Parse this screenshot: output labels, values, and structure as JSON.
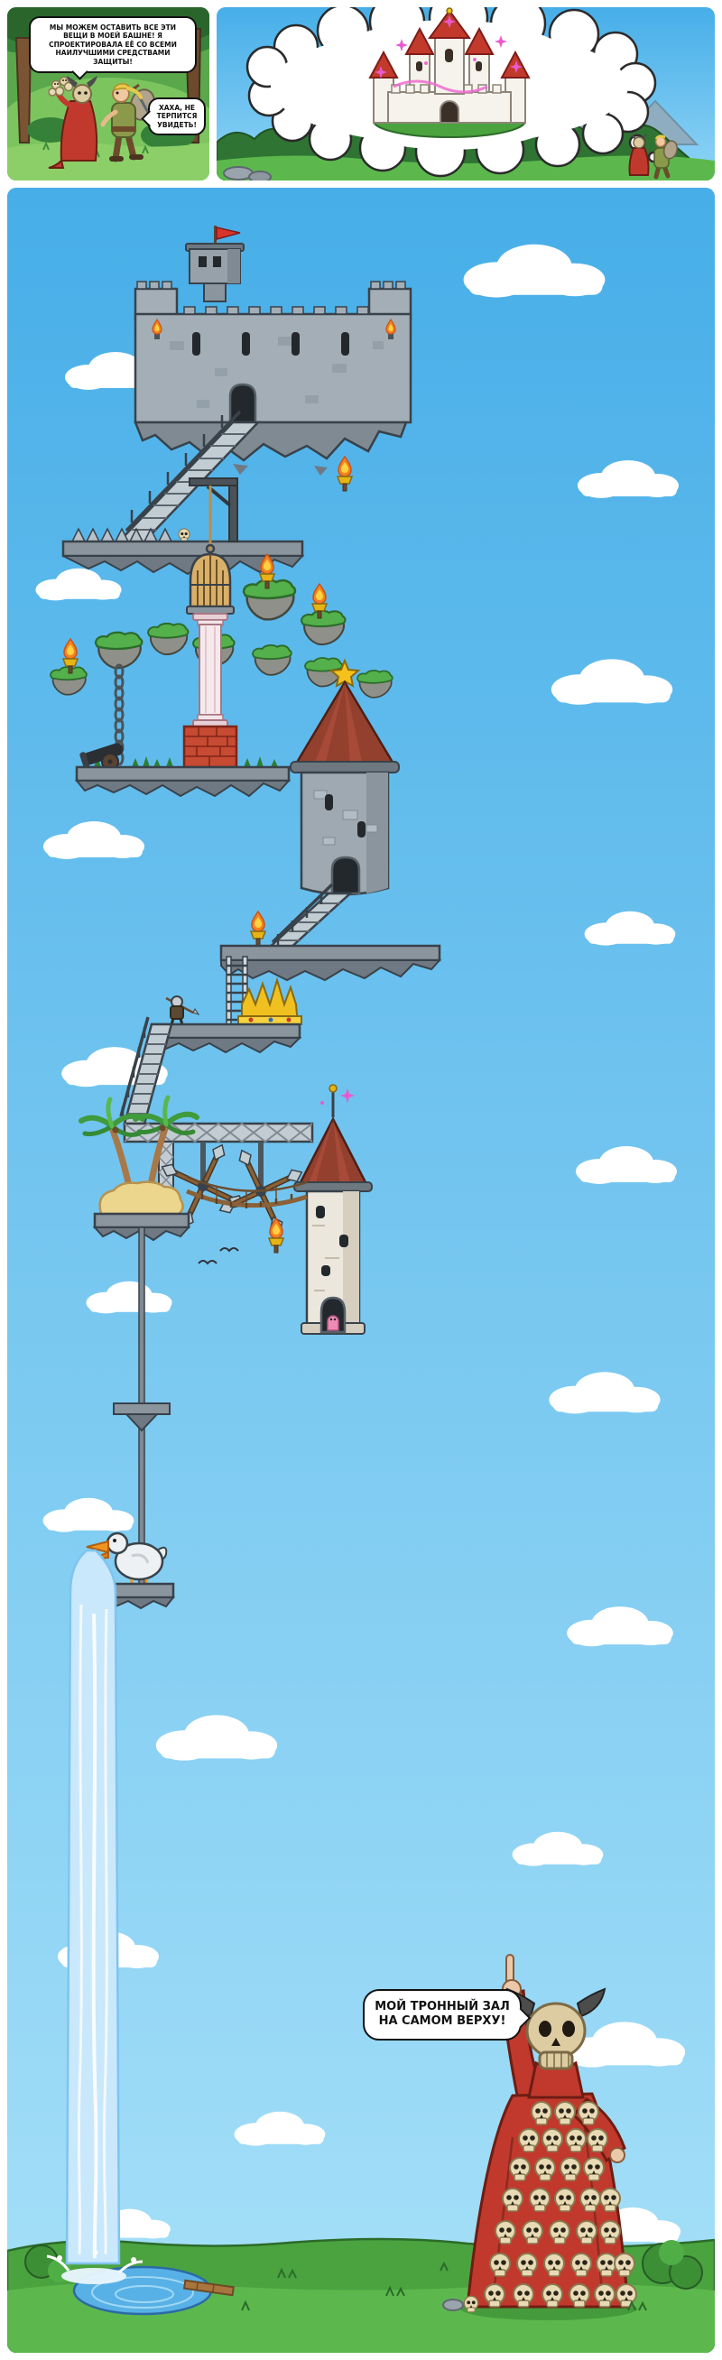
{
  "meta": {
    "type": "webcomic",
    "panel_count": 3
  },
  "comic": {
    "panel1": {
      "bubble_villain": "МЫ МОЖЕМ ОСТАВИТЬ ВСЕ ЭТИ ВЕЩИ В МОЕЙ БАШНЕ! Я СПРОЕКТИРОВАЛА ЕЁ СО ВСЕМИ НАИЛУЧШИМИ СРЕДСТВАМИ ЗАЩИТЫ!",
      "bubble_hero": "ХАХА, НЕ ТЕРПИТСЯ УВИДЕТЬ!"
    },
    "panel3": {
      "bubble_villain": "МОЙ ТРОННЫЙ ЗАЛ НА САМОМ ВЕРХУ!"
    }
  },
  "colors": {
    "sky_top": "#47aee8",
    "sky_bottom": "#a6e0f8",
    "grass_green": "#4aa33f",
    "villain_red": "#c1392d",
    "roof_red": "#93402f",
    "stone_grey": "#9fa9b1",
    "gold": "#efc01f",
    "magic_pink": "#e85bd0"
  }
}
